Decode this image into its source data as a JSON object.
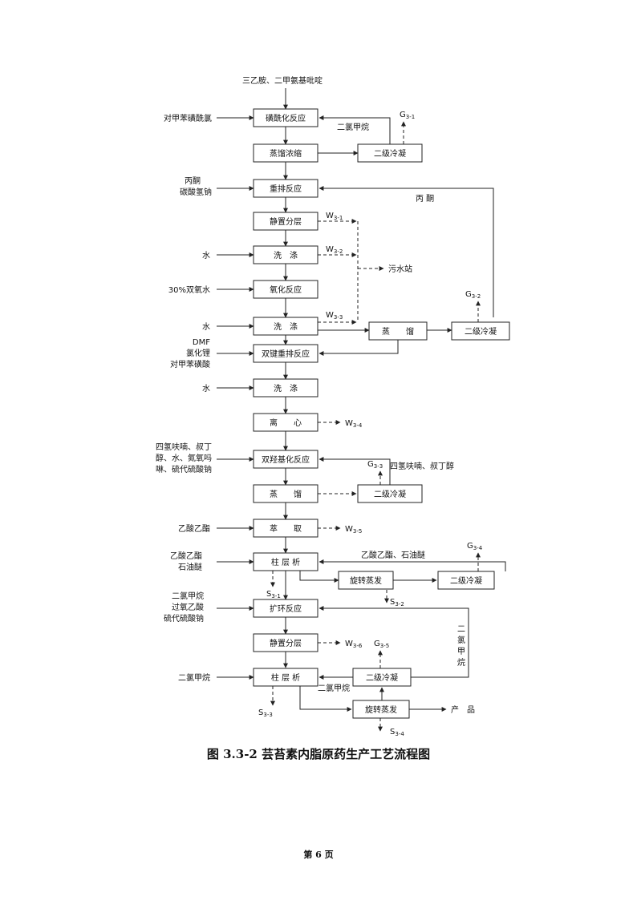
{
  "caption": "图 3.3-2  芸苔素内脂原药生产工艺流程图",
  "page_number": "第 6 页",
  "top_input": "三乙胺、二甲氨基吡啶",
  "steps": {
    "sulfonylation": "磺酰化反应",
    "evap_concentrate": "蒸馏浓缩",
    "rearrangement": "重排反应",
    "settle_1": "静置分层",
    "wash_1": "洗　涤",
    "oxidation": "氧化反应",
    "wash_2": "洗　涤",
    "double_bond_rearr": "双键重排反应",
    "wash_3": "洗　涤",
    "centrifuge": "离　　心",
    "dihydroxylation": "双羟基化反应",
    "distill_1": "蒸　　馏",
    "extraction": "萃　　取",
    "column_1": "柱 层 析",
    "ring_expansion": "扩环反应",
    "settle_2": "静置分层",
    "column_2": "柱 层 析",
    "distill_2": "蒸　　馏",
    "rotary_1": "旋转蒸发",
    "rotary_2": "旋转蒸发",
    "condense_1": "二级冷凝",
    "condense_2": "二级冷凝",
    "condense_3": "二级冷凝",
    "condense_4": "二级冷凝",
    "condense_5": "二级冷凝"
  },
  "inputs": {
    "tsCl": "对甲苯磺酰氯",
    "acetone": "丙酮",
    "sodium_bisulfite": "碳酸氢钠",
    "water_1": "水",
    "peroxide": "30%双氧水",
    "water_2": "水",
    "dmf": "DMF",
    "licl": "氯化锂",
    "tsoh": "对甲苯磺酸",
    "water_3": "水",
    "dihydrox_in_1": "四氢呋喃、叔丁",
    "dihydrox_in_2": "醇、水、氮氧吗",
    "dihydrox_in_3": "啉、硫代硫酸钠",
    "ethyl_acetate": "乙酸乙酯",
    "col_in_1": "乙酸乙酯",
    "col_in_2": "石油醚",
    "ring_in_1": "二氯甲烷",
    "ring_in_2": "过氧乙酸",
    "ring_in_3": "硫代硫酸钠",
    "dcm_col2": "二氯甲烷"
  },
  "recycle": {
    "dcm_1": "二氯甲烷",
    "acetone_return": "丙  酮",
    "thf_tbuoh": "四氢呋喃、叔丁醇",
    "ea_pe": "乙酸乙酯、石油醚",
    "dcm_vertical": [
      "二",
      "氯",
      "甲",
      "烷"
    ],
    "dcm_2": "二氯甲烷"
  },
  "emissions": {
    "g1": {
      "base": "G",
      "sub": "3-1"
    },
    "g2": {
      "base": "G",
      "sub": "3-2"
    },
    "g3": {
      "base": "G",
      "sub": "3-3"
    },
    "g4": {
      "base": "G",
      "sub": "3-4"
    },
    "g5": {
      "base": "G",
      "sub": "3-5"
    },
    "w1": {
      "base": "W",
      "sub": "3-1"
    },
    "w2": {
      "base": "W",
      "sub": "3-2"
    },
    "w3": {
      "base": "W",
      "sub": "3-3"
    },
    "w4": {
      "base": "W",
      "sub": "3-4"
    },
    "w5": {
      "base": "W",
      "sub": "3-5"
    },
    "w6": {
      "base": "W",
      "sub": "3-6"
    },
    "s1": {
      "base": "S",
      "sub": "3-1"
    },
    "s2": {
      "base": "S",
      "sub": "3-2"
    },
    "s3": {
      "base": "S",
      "sub": "3-3"
    },
    "s4": {
      "base": "S",
      "sub": "3-4"
    }
  },
  "wastewater_station": "污水站",
  "product": "产　品"
}
